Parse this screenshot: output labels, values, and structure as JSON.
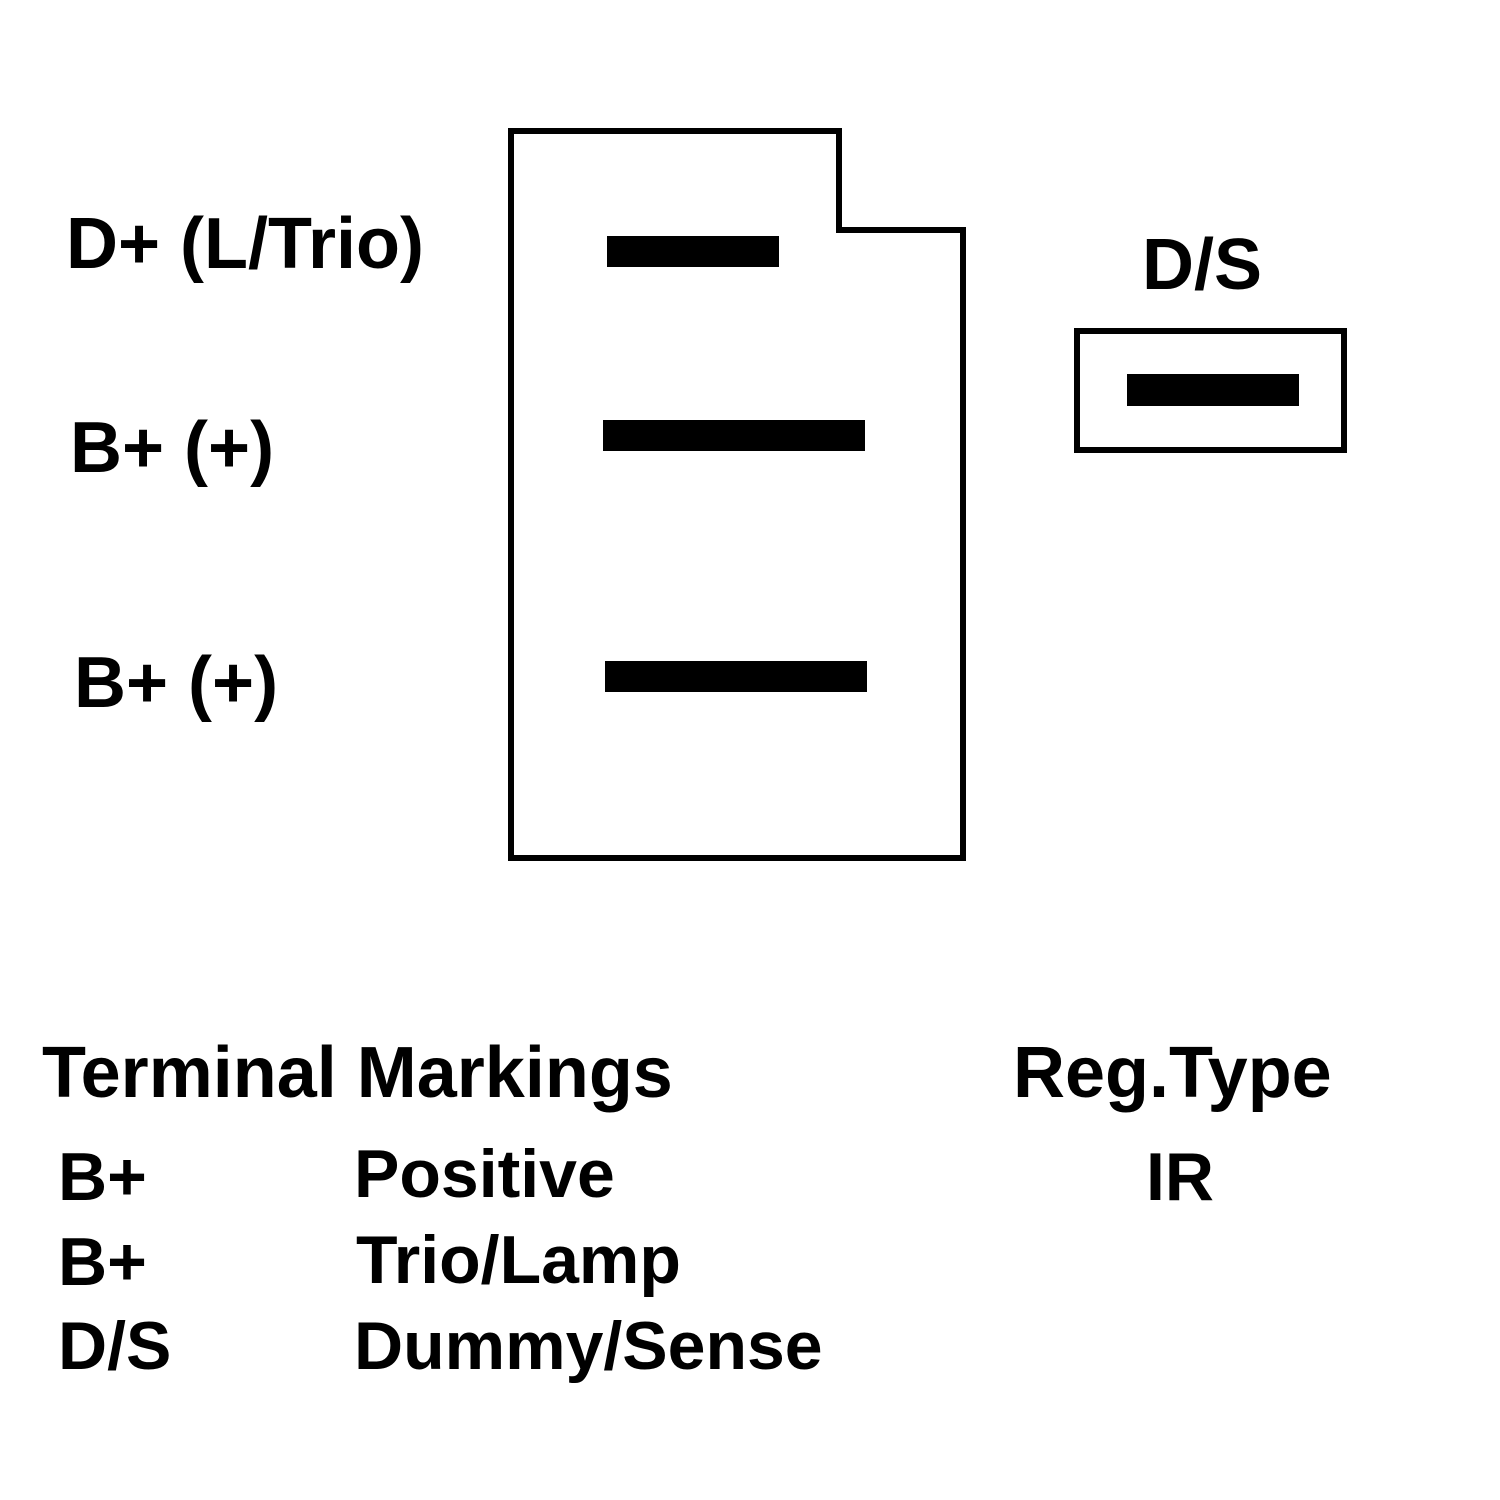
{
  "connector": {
    "terminals": [
      {
        "label": "D+ (L/Trio)"
      },
      {
        "label": "B+ (+)"
      },
      {
        "label": "B+ (+)"
      }
    ]
  },
  "sense_plug": {
    "label": "D/S"
  },
  "legend": {
    "heading": "Terminal Markings",
    "rows": [
      {
        "code": "B+",
        "meaning": "Positive"
      },
      {
        "code": "B+",
        "meaning": "Trio/Lamp"
      },
      {
        "code": "D/S",
        "meaning": "Dummy/Sense"
      }
    ]
  },
  "regulator": {
    "heading": "Reg.Type",
    "value": "IR"
  }
}
